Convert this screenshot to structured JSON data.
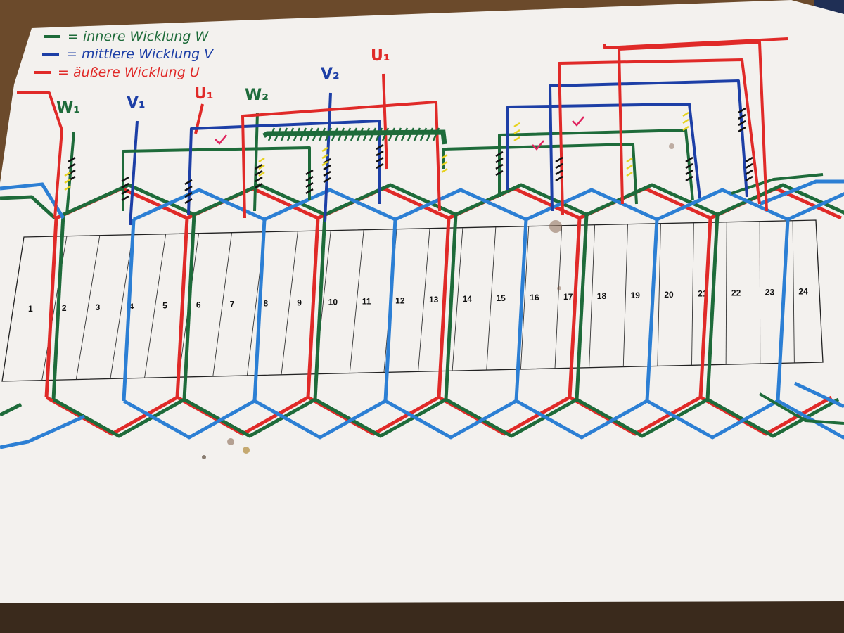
{
  "legend": [
    {
      "text": "= innere Wicklung  W",
      "color": "#1e6b3a"
    },
    {
      "text": "= mittlere Wicklung  V",
      "color": "#1d3fa6"
    },
    {
      "text": "= äußere Wicklung  U",
      "color": "#e02a28"
    }
  ],
  "terminals": [
    {
      "label": "W₁",
      "color": "#1e6b3a"
    },
    {
      "label": "V₁",
      "color": "#1d3fa6"
    },
    {
      "label": "U₁",
      "color": "#e02a28"
    },
    {
      "label": "W₂",
      "color": "#1e6b3a"
    },
    {
      "label": "V₂",
      "color": "#1d3fa6"
    },
    {
      "label": "U₁",
      "color": "#e02a28"
    }
  ],
  "slots": [
    "1",
    "2",
    "3",
    "4",
    "5",
    "6",
    "7",
    "8",
    "9",
    "10",
    "11",
    "12",
    "13",
    "14",
    "15",
    "16",
    "17",
    "18",
    "19",
    "20",
    "21",
    "22",
    "23",
    "24"
  ],
  "colors": {
    "green": "#1e6b3a",
    "blue": "#2c7fd4",
    "dark_blue": "#1d3fa6",
    "red": "#e02a28",
    "paper": "#f3f1ee",
    "table": "#6b4a2b"
  }
}
